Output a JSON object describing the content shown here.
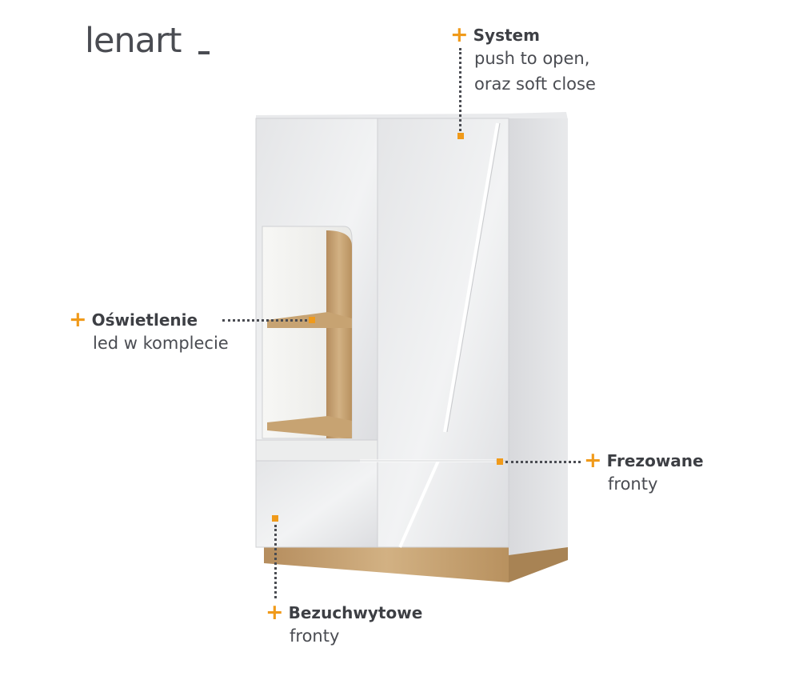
{
  "brand": {
    "logo_text": "lenart"
  },
  "callouts": {
    "system": {
      "title": "System",
      "line1": "push to open,",
      "line2": "oraz soft close"
    },
    "lighting": {
      "title": "Oświetlenie",
      "line1": "led w komplecie"
    },
    "milled": {
      "title": "Frezowane",
      "line1": "fronty"
    },
    "handleless": {
      "title": "Bezuchwytowe",
      "line1": "fronty"
    }
  },
  "colors": {
    "accent": "#f09a1a",
    "text": "#3d3f44",
    "wood": "#c9a678"
  },
  "icons": {
    "bullet": "plus-icon"
  }
}
